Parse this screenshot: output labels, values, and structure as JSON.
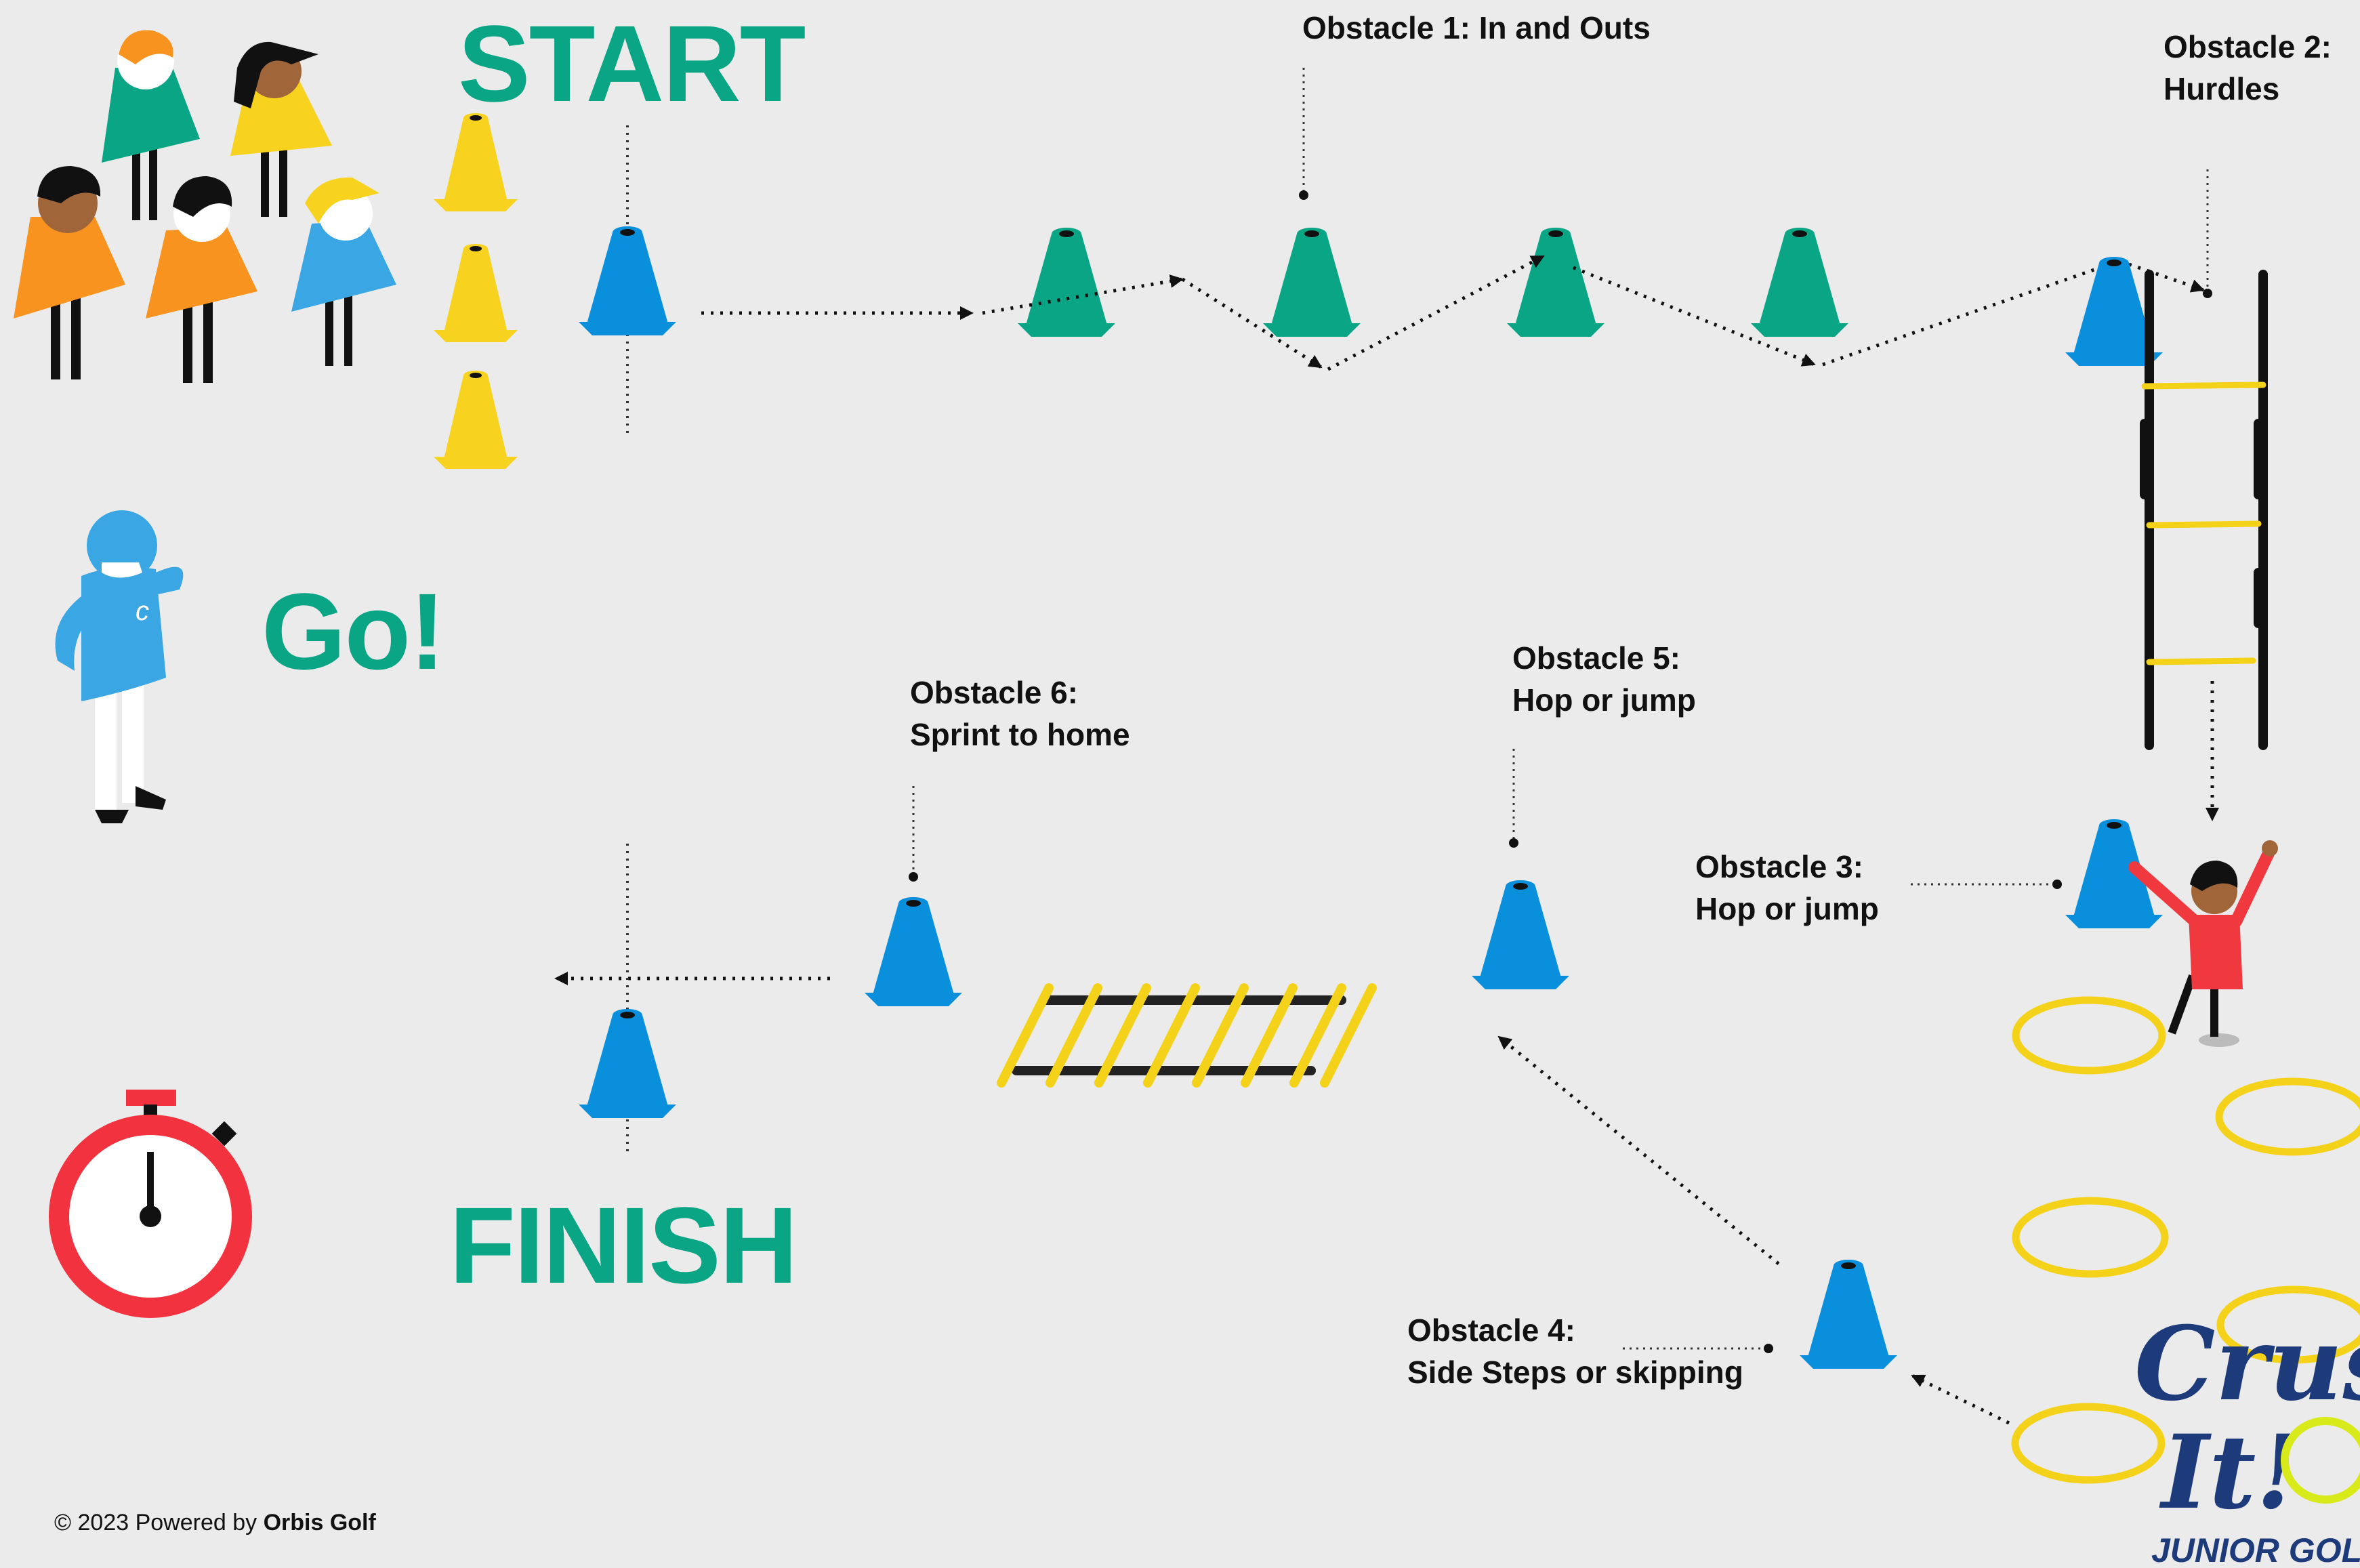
{
  "headings": {
    "start": "START",
    "go": "Go!",
    "finish": "FINISH"
  },
  "obstacles": [
    {
      "title": "Obstacle 1: In and Outs",
      "subtitle": ""
    },
    {
      "title": "Obstacle 2:",
      "subtitle": "Hurdles"
    },
    {
      "title": "Obstacle 3:",
      "subtitle": "Hop or jump"
    },
    {
      "title": "Obstacle 4:",
      "subtitle": "Side Steps or skipping"
    },
    {
      "title": "Obstacle 5:",
      "subtitle": "Hop or jump"
    },
    {
      "title": "Obstacle 6:",
      "subtitle": "Sprint to home"
    }
  ],
  "footer": {
    "prefix": "© 2023 Powered by ",
    "brand": "Orbis Golf"
  },
  "logo": {
    "line1": "Crush",
    "line2": "It!",
    "tagline": "JUNIOR GOLF"
  },
  "colors": {
    "background": "#ebebeb",
    "heading_green": "#0aa585",
    "cone_blue": "#0a8fdc",
    "cone_green": "#0aa585",
    "cone_yellow": "#f7d21e",
    "ring_yellow": "#f5d21a",
    "stopwatch_red": "#f2333f",
    "logo_navy": "#1d3a7a"
  },
  "icons": [
    "yellow-cone-icon",
    "blue-cone-icon",
    "green-cone-icon",
    "hurdle-icon",
    "hoop-ring-icon",
    "agility-ladder-icon",
    "stopwatch-icon",
    "coach-icon",
    "kid-player-icon",
    "jumping-kid-icon",
    "crush-it-logo"
  ]
}
